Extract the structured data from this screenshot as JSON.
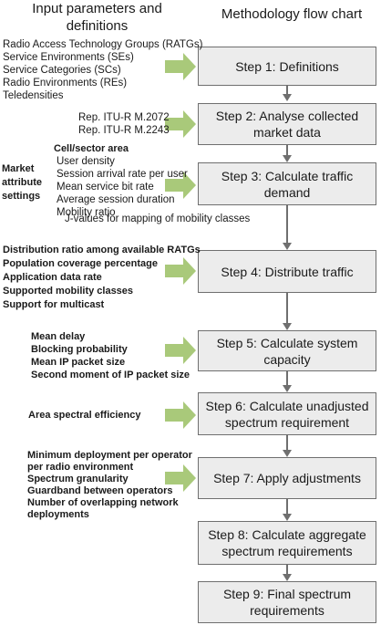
{
  "headers": {
    "left": "Input parameters and definitions",
    "right": "Methodology flow chart"
  },
  "steps": [
    "Step 1: Definitions",
    "Step 2: Analyse collected market data",
    "Step 3: Calculate traffic demand",
    "Step 4: Distribute traffic",
    "Step 5: Calculate system capacity",
    "Step 6: Calculate unadjusted spectrum requirement",
    "Step 7: Apply adjustments",
    "Step 8: Calculate aggregate spectrum requirements",
    "Step 9: Final spectrum requirements"
  ],
  "inputs": {
    "step1": [
      "Radio Access Technology Groups (RATGs)",
      "Service Environments (SEs)",
      "Service Categories (SCs)",
      "Radio Environments (REs)",
      "Teledensities"
    ],
    "step2": [
      "Rep. ITU-R M.2072",
      "Rep. ITU-R M.2243"
    ],
    "step3_heading": "Cell/sector area",
    "step3_side_label": [
      "Market",
      "attribute",
      "settings"
    ],
    "step3": [
      "User density",
      "Session arrival rate per user",
      "Mean service bit rate",
      "Average session duration",
      "Mobility ratio",
      "J-values for mapping of mobility classes"
    ],
    "step4": [
      "Distribution ratio among available RATGs",
      "Population coverage percentage",
      "Application data rate",
      "Supported mobility classes",
      "Support for multicast"
    ],
    "step5": [
      "Mean delay",
      "Blocking probability",
      "Mean IP packet size",
      "Second moment of IP packet size"
    ],
    "step6": [
      "Area spectral efficiency"
    ],
    "step7": [
      "Minimum deployment per operator",
      "per radio environment",
      "Spectrum granularity",
      "Guardband between operators",
      "Number of overlapping network",
      "deployments"
    ]
  },
  "colors": {
    "box_fill": "#ececec",
    "box_border": "#6f6f6f",
    "input_arrow": "#a9c97a",
    "connector": "#6f6f6f"
  }
}
